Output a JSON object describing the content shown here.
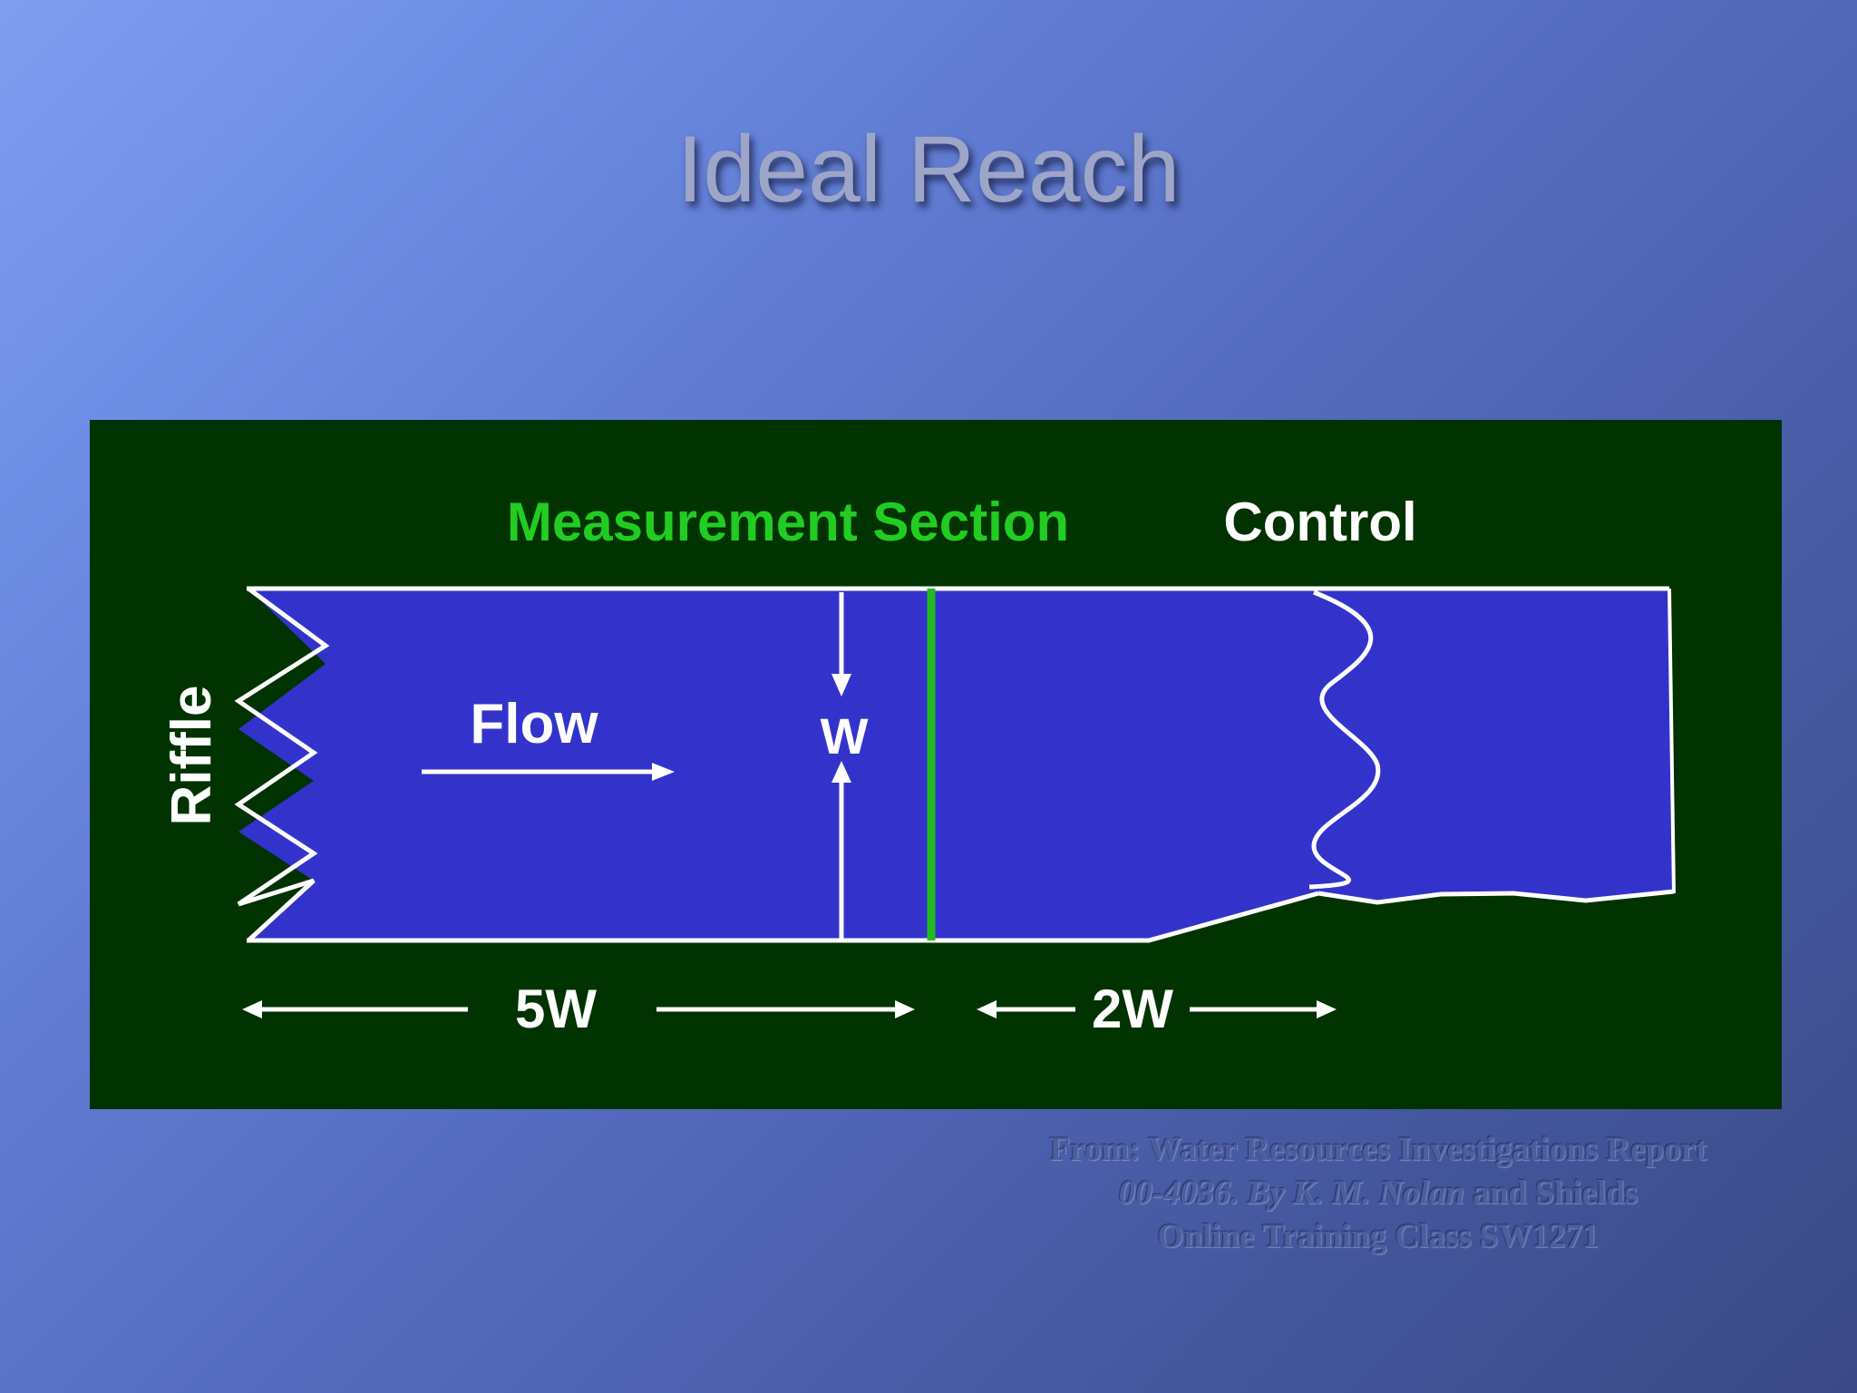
{
  "slide": {
    "title": "Ideal Reach"
  },
  "diagram": {
    "labels": {
      "measurement_section": "Measurement Section",
      "control": "Control",
      "riffle": "Riffle",
      "flow": "Flow",
      "width": "W",
      "upstream_distance": "5W",
      "downstream_distance": "2W"
    },
    "colors": {
      "background": "#003300",
      "channel": "#3333cc",
      "measurement_line": "#22bb22",
      "measurement_label": "#22cc22",
      "lines": "#ffffff"
    }
  },
  "credit": {
    "line1": "From: Water Resources Investigations Report",
    "line2_prefix": "00-4036. By K. M. ",
    "line2_italic": "Nolan",
    "line2_suffix": " and Shields",
    "line3": "Online Training Class SW1271"
  }
}
